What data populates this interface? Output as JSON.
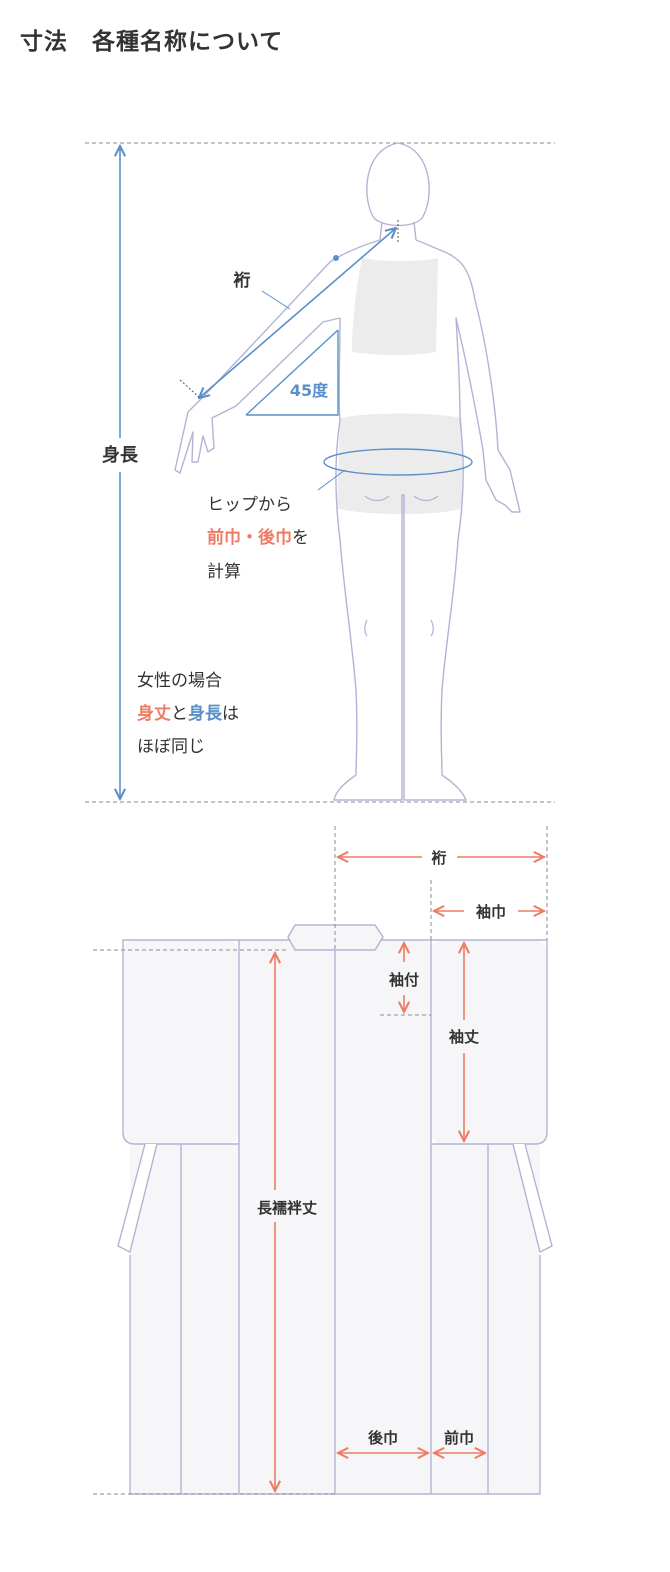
{
  "title": "寸法　各種名称について",
  "colors": {
    "outline": "#b3b3d6",
    "blue": "#5b8fc9",
    "coral": "#ee7b64",
    "fill_gray": "#ececec",
    "fill_light": "#f6f6f8",
    "text": "#333333"
  },
  "figure": {
    "labels": {
      "height": "身長",
      "yuki": "裄",
      "angle": "45度"
    },
    "hip_note": {
      "line1": "ヒップから",
      "front": "前巾",
      "sep": "・",
      "back": "後巾",
      "suffix": "を",
      "line3": "計算"
    },
    "women_note": {
      "line1": "女性の場合",
      "mitake": "身丈",
      "to": "と",
      "height": "身長",
      "wa": "は",
      "line3": "ほぼ同じ"
    }
  },
  "garment": {
    "labels": {
      "yuki": "裄",
      "sodehaba": "袖巾",
      "sodetsuke": "袖付",
      "sodetake": "袖丈",
      "nagajuban_length": "長襦袢丈",
      "back_width": "後巾",
      "front_width": "前巾"
    }
  }
}
